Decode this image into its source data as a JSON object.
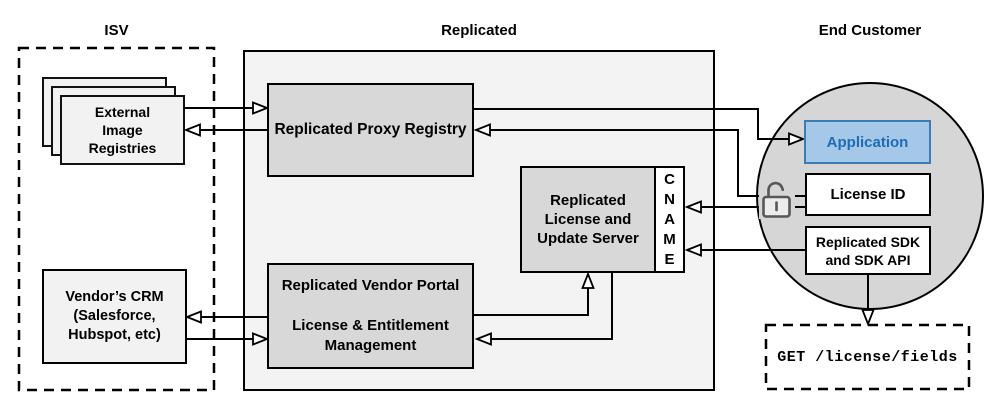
{
  "sections": {
    "isv": "ISV",
    "replicated": "Replicated",
    "end_customer": "End Customer"
  },
  "nodes": {
    "external_image_registries": "External\nImage\nRegistries",
    "vendors_crm": "Vendor’s CRM\n(Salesforce,\nHubspot, etc)",
    "proxy_registry": "Replicated Proxy Registry",
    "vendor_portal": "Replicated Vendor Portal\n\nLicense & Entitlement\nManagement",
    "license_update_server": "Replicated\nLicense and\nUpdate Server",
    "cname": "C\nN\nA\nM\nE",
    "application": "Application",
    "license_id": "License ID",
    "replicated_sdk": "Replicated SDK\nand SDK API",
    "api_request": "GET /license/fields"
  },
  "icons": {
    "unlock": "unlocked-padlock-icon"
  },
  "colors": {
    "panel_fill": "#f3f3f3",
    "inner_box_fill": "#d8d8d8",
    "light_box_fill": "#f2f2f2",
    "circle_fill": "#d6d6d6",
    "application_fill": "#a6c8e8",
    "application_border": "#3c7ab8",
    "application_text": "#1e6cb5",
    "line": "#000000",
    "lock_stroke": "#575757"
  },
  "connections": [
    {
      "from": "external_image_registries",
      "to": "proxy_registry"
    },
    {
      "from": "proxy_registry",
      "to": "external_image_registries"
    },
    {
      "from": "proxy_registry",
      "to": "application"
    },
    {
      "from": "license_id",
      "to": "proxy_registry"
    },
    {
      "from": "license_id",
      "to": "cname"
    },
    {
      "from": "replicated_sdk",
      "to": "cname"
    },
    {
      "from": "vendor_portal",
      "to": "vendors_crm"
    },
    {
      "from": "vendors_crm",
      "to": "vendor_portal"
    },
    {
      "from": "vendor_portal",
      "to": "license_update_server"
    },
    {
      "from": "license_update_server",
      "to": "vendor_portal"
    },
    {
      "from": "replicated_sdk",
      "to": "api_request"
    }
  ]
}
